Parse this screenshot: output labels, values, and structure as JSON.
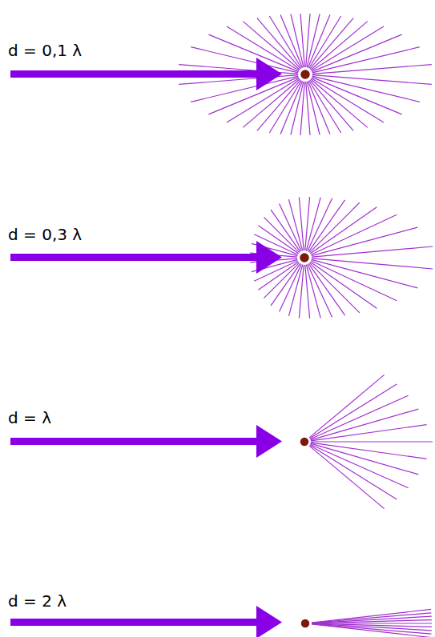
{
  "diagram": {
    "labels": [
      "d = 0,1 λ",
      "d = 0,3 λ",
      "d = λ",
      "d = 2 λ"
    ]
  }
}
